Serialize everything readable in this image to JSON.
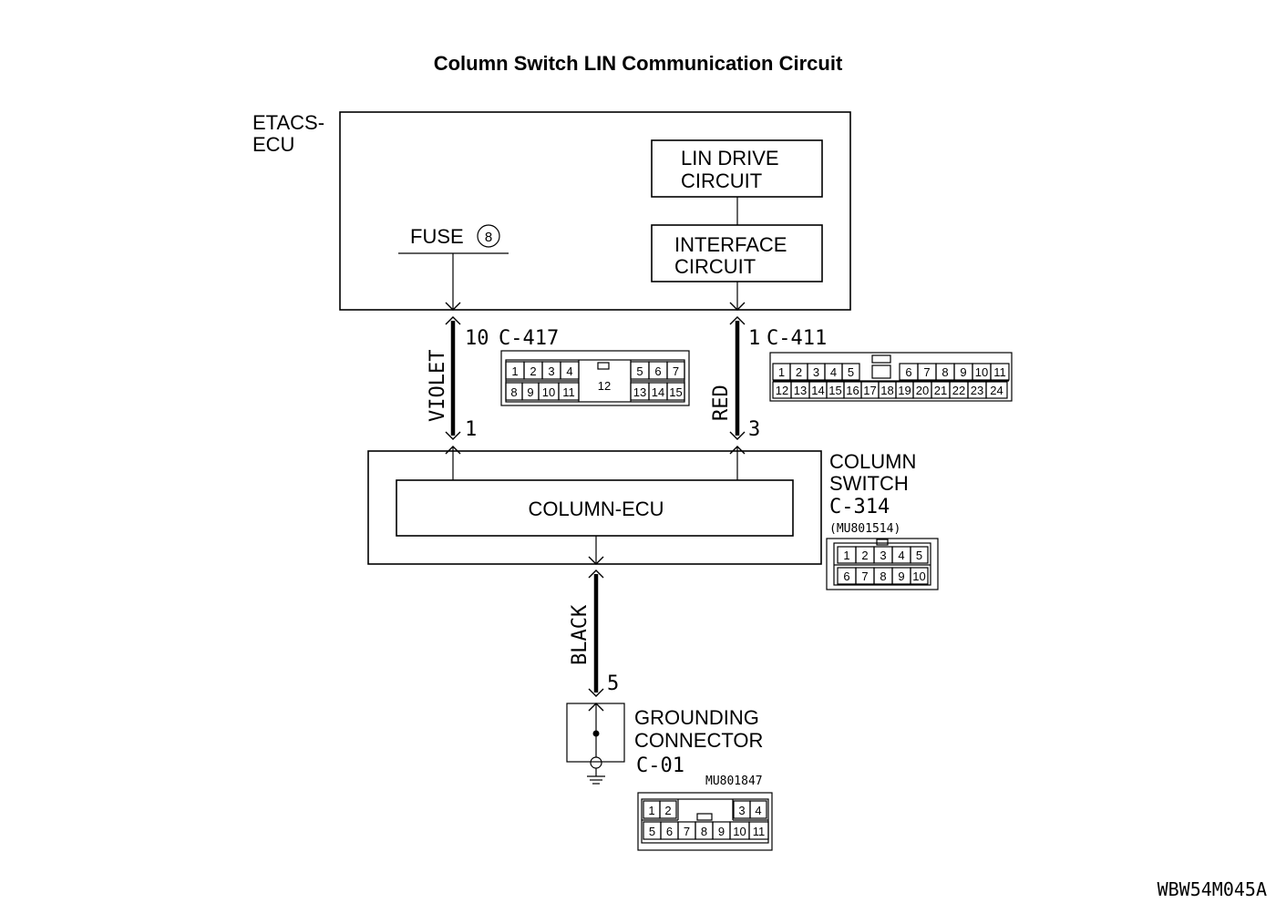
{
  "title": "Column Switch LIN Communication Circuit",
  "etacs": {
    "label_line1": "ETACS-",
    "label_line2": "ECU",
    "lin_drive_line1": "LIN DRIVE",
    "lin_drive_line2": "CIRCUIT",
    "interface_line1": "INTERFACE",
    "interface_line2": "CIRCUIT",
    "fuse_label": "FUSE",
    "fuse_number": "8"
  },
  "wires": {
    "violet": {
      "color_label": "VIOLET",
      "top_pin": "10",
      "top_connector": "C-417",
      "bottom_pin": "1"
    },
    "red": {
      "color_label": "RED",
      "top_pin": "1",
      "top_connector": "C-411",
      "bottom_pin": "3"
    },
    "black": {
      "color_label": "BLACK",
      "bottom_pin": "5"
    }
  },
  "connector_c417": {
    "top_row": [
      "1",
      "2",
      "3",
      "4",
      "5",
      "6",
      "7"
    ],
    "bottom_row": [
      "8",
      "9",
      "10",
      "11",
      "13",
      "14",
      "15"
    ],
    "center": "12"
  },
  "connector_c411": {
    "top_row": [
      "1",
      "2",
      "3",
      "4",
      "5",
      "6",
      "7",
      "8",
      "9",
      "10",
      "11"
    ],
    "bottom_row": [
      "12",
      "13",
      "14",
      "15",
      "16",
      "17",
      "18",
      "19",
      "20",
      "21",
      "22",
      "23",
      "24"
    ]
  },
  "column_switch": {
    "label_line1": "COLUMN",
    "label_line2": "SWITCH",
    "connector": "C-314",
    "part_number": "(MU801514)",
    "ecu_label": "COLUMN-ECU",
    "top_row": [
      "1",
      "2",
      "3",
      "4",
      "5"
    ],
    "bottom_row": [
      "6",
      "7",
      "8",
      "9",
      "10"
    ]
  },
  "grounding": {
    "label_line1": "GROUNDING",
    "label_line2": "CONNECTOR",
    "connector": "C-01",
    "part_number": "MU801847",
    "top_row": [
      "1",
      "2",
      "3",
      "4"
    ],
    "bottom_row": [
      "5",
      "6",
      "7",
      "8",
      "9",
      "10",
      "11"
    ]
  },
  "figure_code": "WBW54M045A"
}
